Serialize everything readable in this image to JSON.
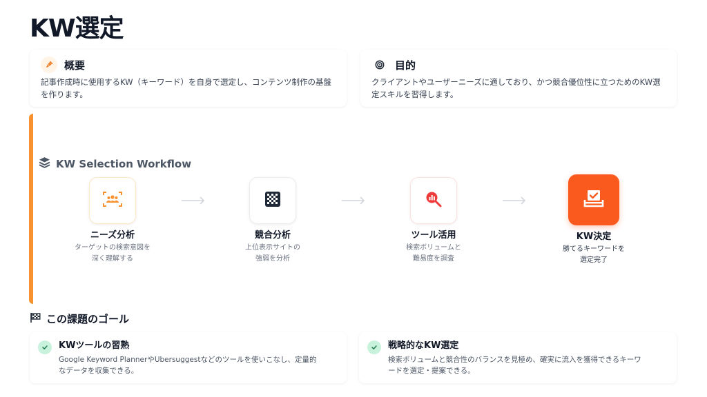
{
  "page": {
    "title": "KW選定"
  },
  "overview": {
    "title": "概要",
    "icon": "pen-nib-icon",
    "body": "記事作成時に使用するKW（キーワード）を自身で選定し、コンテンツ制作の基盤を作ります。"
  },
  "purpose": {
    "title": "目的",
    "icon": "bullseye-icon",
    "body": "クライアントやユーザーニーズに適しており、かつ競合優位性に立つためのKW選定スキルを習得します。"
  },
  "workflow": {
    "title": "KW Selection Workflow",
    "icon": "layers-icon",
    "accent_color": "#f7922f",
    "steps": [
      {
        "name": "ニーズ分析",
        "desc_line1": "ターゲットの検索意図を",
        "desc_line2": "深く理解する",
        "icon": "users-focus-icon",
        "color": "#f7922f"
      },
      {
        "name": "競合分析",
        "desc_line1": "上位表示サイトの",
        "desc_line2": "強弱を分析",
        "icon": "checkerboard-icon",
        "color": "#1f2937"
      },
      {
        "name": "ツール活用",
        "desc_line1": "検索ボリュームと",
        "desc_line2": "難易度を調査",
        "icon": "search-chart-icon",
        "color": "#ef3b3b"
      },
      {
        "name": "KW決定",
        "desc_line1": "勝てるキーワードを",
        "desc_line2": "選定完了",
        "icon": "inbox-check-icon",
        "color": "#fb5a1f"
      }
    ],
    "arrow_icon": "arrow-right-icon"
  },
  "goals": {
    "title": "この課題のゴール",
    "icon": "checkered-flag-icon",
    "items": [
      {
        "title": "KWツールの習熟",
        "desc_line1": "Google Keyword PlannerやUbersuggestなどのツールを使いこなし、定量的",
        "desc_line2": "なデータを収集できる。",
        "icon": "check-circle-icon"
      },
      {
        "title": "戦略的なKW選定",
        "desc_line1": "検索ボリュームと競合性のバランスを見極め、確実に流入を獲得できるキーワ",
        "desc_line2": "ードを選定・提案できる。",
        "icon": "check-circle-icon"
      }
    ],
    "check_color": "#c8f2dc"
  }
}
